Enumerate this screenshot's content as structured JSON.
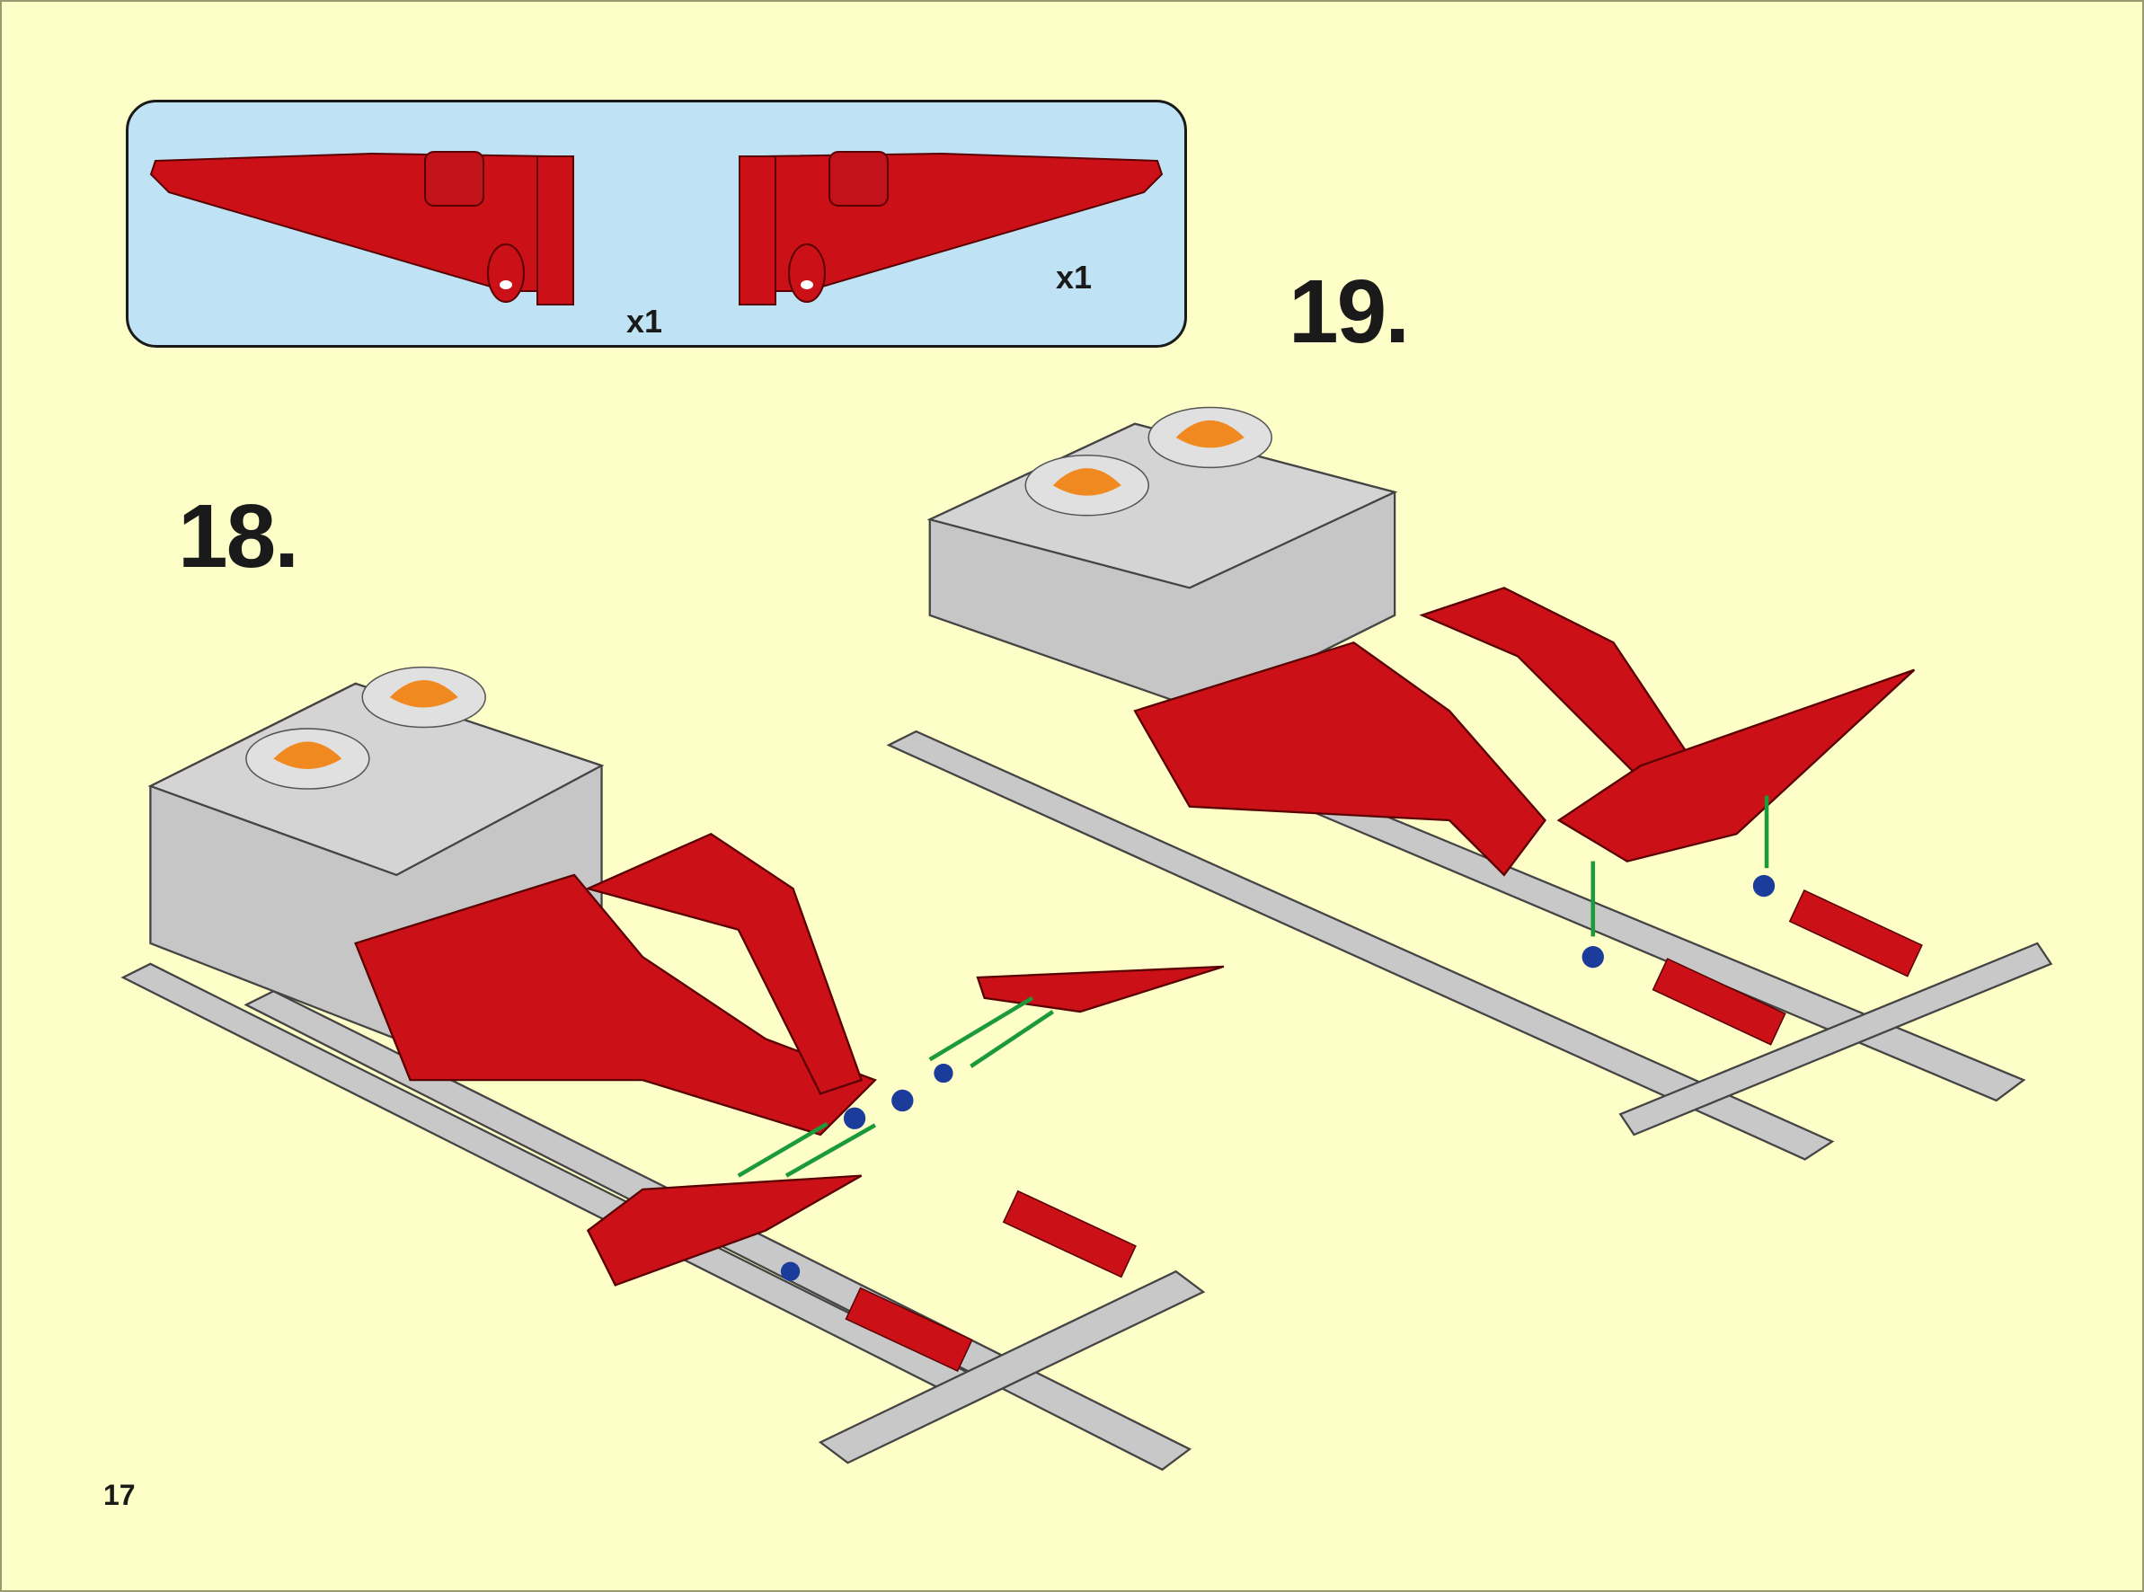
{
  "parts_list": {
    "items": [
      {
        "part": "red-wing-panel-left",
        "quantity": "x1"
      },
      {
        "part": "red-wing-panel-right",
        "quantity": "x1"
      }
    ]
  },
  "steps": [
    {
      "number": "18."
    },
    {
      "number": "19."
    }
  ],
  "page_number": "17",
  "colors": {
    "background": "#fefec8",
    "parts_box": "#bfe3f4",
    "red_part": "#cc1018",
    "grey_part": "#c4c4c4",
    "arrow": "#1a9a3a",
    "blue_pin": "#1c3c9c",
    "orange_hub": "#f08a20"
  }
}
